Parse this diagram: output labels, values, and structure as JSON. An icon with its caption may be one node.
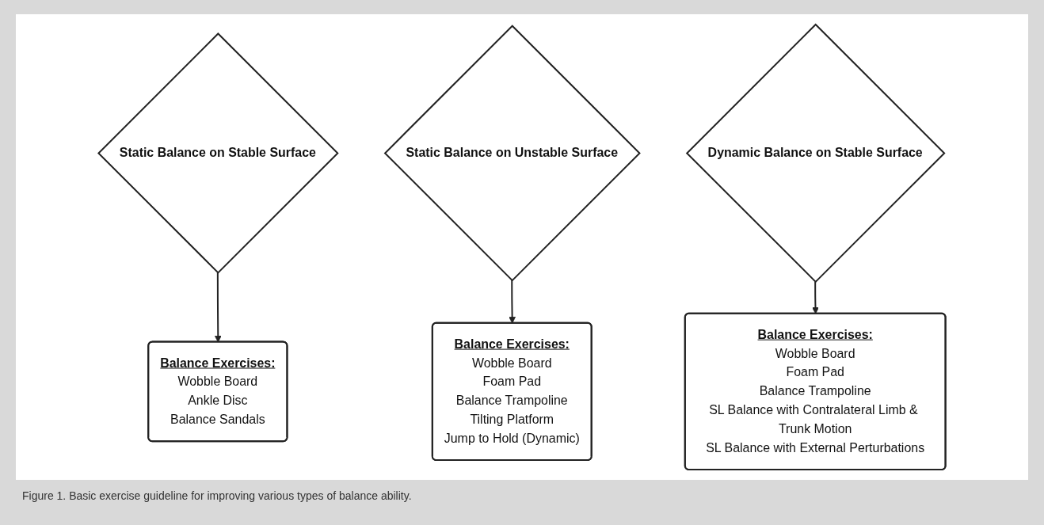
{
  "diagram": {
    "caption": "Figure 1. Basic exercise guideline for improving various types of balance ability.",
    "nodes": [
      {
        "text": [
          "Static Balance on Stable Surface"
        ]
      },
      {
        "text": [
          "Static Balance on Unstable Surface"
        ]
      },
      {
        "text": [
          "Dynamic Balance on Stable Surface"
        ]
      },
      {
        "text": [
          "Balance Exercises:",
          "Wobble Board",
          "Ankle Disc",
          "Balance Sandals"
        ]
      },
      {
        "text": [
          "Balance Exercises:",
          "Wobble Board",
          "Foam Pad",
          "Balance Trampoline",
          "Tilting Platform",
          "Jump to Hold (Dynamic)"
        ]
      },
      {
        "text": [
          "Balance Exercises:",
          "Wobble Board",
          "Foam Pad",
          "Balance Trampoline",
          "SL Balance with Contralateral Limb & Trunk Motion",
          "SL Balance with External Perturbations"
        ]
      }
    ],
    "edges": [
      {
        "from": 0,
        "to": 3,
        "arrow": "to"
      },
      {
        "from": 1,
        "to": 4,
        "arrow": "to"
      },
      {
        "from": 2,
        "to": 5,
        "arrow": "to"
      }
    ]
  }
}
